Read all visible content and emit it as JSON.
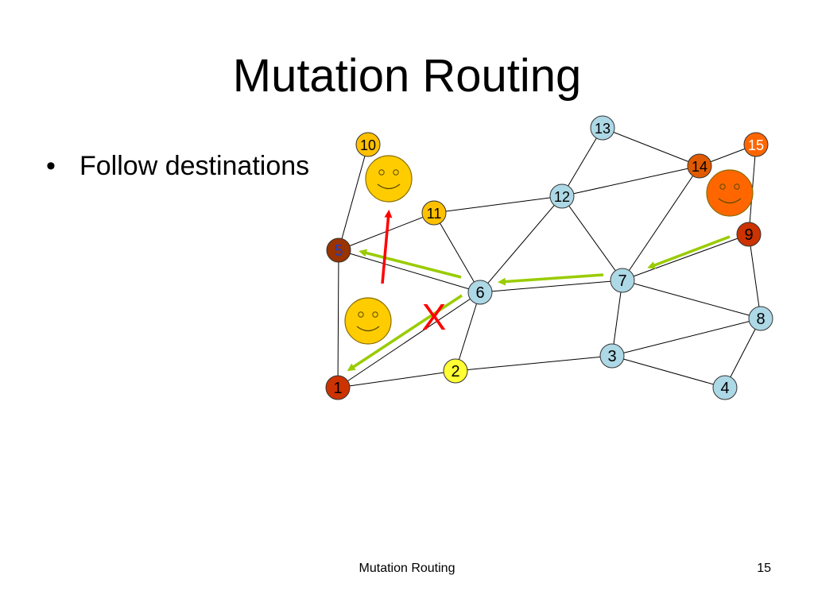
{
  "slide": {
    "title": "Mutation Routing",
    "bullets": [
      "Follow destinations"
    ],
    "footer_center": "Mutation Routing",
    "page_number": "15"
  },
  "graph": {
    "colors": {
      "node_light": "#add8e6",
      "node_yellow": "#ffff33",
      "node_gold": "#ffc000",
      "node_orange": "#ff6600",
      "node_darkorange": "#e05a00",
      "node_red": "#cc3300",
      "node_brown": "#993300",
      "arrow_green": "#99cc00",
      "arrow_red": "#ff0000",
      "smiley_gold": "#ffcc00",
      "smiley_orange": "#ff6600"
    },
    "nodes": [
      {
        "id": "1",
        "label": "1",
        "fill": "node_red",
        "text": "#000000"
      },
      {
        "id": "2",
        "label": "2",
        "fill": "node_yellow",
        "text": "#000000"
      },
      {
        "id": "3",
        "label": "3",
        "fill": "node_light",
        "text": "#000000"
      },
      {
        "id": "4",
        "label": "4",
        "fill": "node_light",
        "text": "#000000"
      },
      {
        "id": "5",
        "label": "5",
        "fill": "node_brown",
        "text": "#1f3fbf"
      },
      {
        "id": "6",
        "label": "6",
        "fill": "node_light",
        "text": "#000000"
      },
      {
        "id": "7",
        "label": "7",
        "fill": "node_light",
        "text": "#000000"
      },
      {
        "id": "8",
        "label": "8",
        "fill": "node_light",
        "text": "#000000"
      },
      {
        "id": "9",
        "label": "9",
        "fill": "node_red",
        "text": "#000000"
      },
      {
        "id": "10",
        "label": "10",
        "fill": "node_gold",
        "text": "#000000"
      },
      {
        "id": "11",
        "label": "11",
        "fill": "node_gold",
        "text": "#000000"
      },
      {
        "id": "12",
        "label": "12",
        "fill": "node_light",
        "text": "#000000"
      },
      {
        "id": "13",
        "label": "13",
        "fill": "node_light",
        "text": "#000000"
      },
      {
        "id": "14",
        "label": "14",
        "fill": "node_darkorange",
        "text": "#000000"
      },
      {
        "id": "15",
        "label": "15",
        "fill": "node_orange",
        "text": "#ffffff"
      }
    ],
    "edges": [
      [
        "10",
        "5"
      ],
      [
        "5",
        "11"
      ],
      [
        "11",
        "6"
      ],
      [
        "11",
        "12"
      ],
      [
        "5",
        "6"
      ],
      [
        "5",
        "1"
      ],
      [
        "1",
        "2"
      ],
      [
        "1",
        "6"
      ],
      [
        "2",
        "6"
      ],
      [
        "6",
        "7"
      ],
      [
        "6",
        "12"
      ],
      [
        "12",
        "7"
      ],
      [
        "12",
        "13"
      ],
      [
        "12",
        "14"
      ],
      [
        "13",
        "14"
      ],
      [
        "14",
        "15"
      ],
      [
        "14",
        "7"
      ],
      [
        "15",
        "9"
      ],
      [
        "9",
        "7"
      ],
      [
        "9",
        "8"
      ],
      [
        "7",
        "8"
      ],
      [
        "7",
        "3"
      ],
      [
        "2",
        "3"
      ],
      [
        "3",
        "8"
      ],
      [
        "3",
        "4"
      ],
      [
        "8",
        "4"
      ]
    ],
    "cross_mark": "X",
    "smileys": [
      {
        "name": "smiley-near-10",
        "fill": "smiley_gold"
      },
      {
        "name": "smiley-near-5",
        "fill": "smiley_gold"
      },
      {
        "name": "smiley-near-14",
        "fill": "smiley_orange"
      }
    ],
    "arrows": [
      {
        "name": "arrow-9-to-7",
        "color": "arrow_green"
      },
      {
        "name": "arrow-7-to-6",
        "color": "arrow_green"
      },
      {
        "name": "arrow-6-to-5",
        "color": "arrow_green"
      },
      {
        "name": "arrow-6-to-1",
        "color": "arrow_green"
      },
      {
        "name": "arrow-up-red",
        "color": "arrow_red"
      }
    ]
  }
}
